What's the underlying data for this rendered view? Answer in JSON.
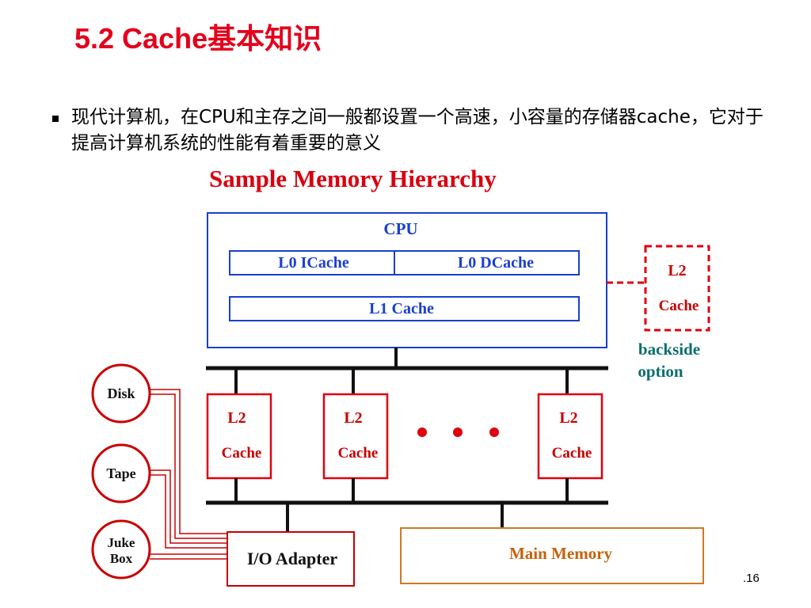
{
  "slide": {
    "title": "5.2 Cache基本知识",
    "bullet": "现代计算机，在CPU和主存之间一般都设置一个高速，小容量的存储器cache，它对于提高计算机系统的性能有着重要的意义",
    "page_number": ".16"
  },
  "diagram": {
    "heading": "Sample Memory Hierarchy",
    "cpu_label": "CPU",
    "l0_icache": "L0 ICache",
    "l0_dcache": "L0 DCache",
    "l1_cache": "L1 Cache",
    "backside_l2_top": "L2",
    "backside_l2_bottom": "Cache",
    "backside_note_line1": "backside",
    "backside_note_line2": "option",
    "l2_caches": [
      {
        "top": "L2",
        "bottom": "Cache"
      },
      {
        "top": "L2",
        "bottom": "Cache"
      },
      {
        "top": "L2",
        "bottom": "Cache"
      }
    ],
    "devices": [
      {
        "line1": "Disk",
        "line2": ""
      },
      {
        "line1": "Tape",
        "line2": ""
      },
      {
        "line1": "Juke",
        "line2": "Box"
      }
    ],
    "io_adapter": "I/O Adapter",
    "main_memory": "Main Memory",
    "colors": {
      "title_red": "#e4001b",
      "cpu_blue": "#1a3fcf",
      "cache_red": "#c80000",
      "note_teal": "#0b6f6f",
      "memory_orange": "#c8620a"
    }
  }
}
